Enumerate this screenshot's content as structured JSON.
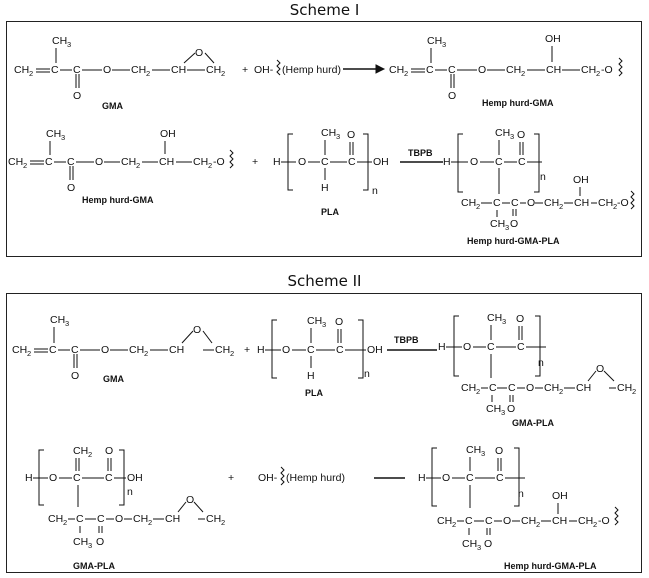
{
  "scheme1": {
    "title": "Scheme I",
    "gma_label": "GMA",
    "hemp": "(Hemp hurd)",
    "hemp_gma_label": "Hemp hurd-GMA",
    "hemp_gma_label_2": "Hemp hurd-GMA",
    "pla_label": "PLA",
    "catalyst": "TBPB",
    "product_label": "Hemp hurd-GMA-PLA"
  },
  "scheme2": {
    "title": "Scheme II",
    "gma_label": "GMA",
    "pla_label": "PLA",
    "catalyst": "TBPB",
    "gma_pla_label": "GMA-PLA",
    "gma_pla_label_2": "GMA-PLA",
    "hemp": "(Hemp hurd)",
    "product_label": "Hemp hurd-GMA-PLA"
  }
}
